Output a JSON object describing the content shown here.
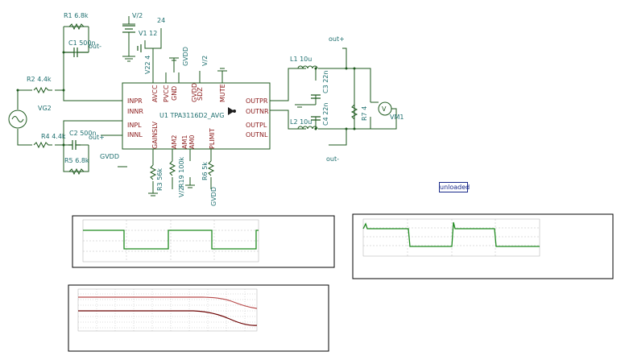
{
  "schematic": {
    "labels": {
      "r1": "R1 6.8k",
      "c1": "C1 500n",
      "out_minus_top": "out-",
      "r2": "R2 4.4k",
      "vg2": "VG2",
      "r4": "R4 4.4k",
      "c2": "C2 500n",
      "out_plus_mid": "out+",
      "r5": "R5 6.8k",
      "gvdd_left": "GVDD",
      "v2_top": "V/2",
      "v1": "V1 12",
      "v24": "24",
      "v22_4": "V22 4",
      "gvdd_top": "GVDD",
      "v2_top2": "V/2",
      "ic_label": "U1 TPA3116D2_AVG",
      "pin_avcc": "AVCC",
      "pin_pvcc": "PVCC",
      "pin_gnd": "GND",
      "pin_gvdd": "GVDD",
      "pin_sdz": "SDZ",
      "pin_mute": "MUTE",
      "pin_inpr": "INPR",
      "pin_innr": "INNR",
      "pin_inpl": "INPL",
      "pin_innl": "INNL",
      "pin_outpr": "OUTPR",
      "pin_outnr": "OUTNR",
      "pin_outpl": "OUTPL",
      "pin_outnl": "OUTNL",
      "pin_gainslv": "GAINSLV",
      "pin_am2": "AM2",
      "pin_am1": "AM1",
      "pin_am0": "AM0",
      "pin_plimit": "PLIMIT",
      "r3": "R3 56k",
      "r19": "R19 100k",
      "r6": "R6 5k",
      "v2_bottom": "V/2",
      "gvdd_bottom": "GVDD",
      "out_plus_right": "out+",
      "l1": "L1 10u",
      "c3": "C3 22n",
      "l2": "L2 10u",
      "c4": "C4 22n",
      "r7": "R7 4",
      "vm1": "VM1",
      "out_minus_right": "out-"
    },
    "status_badge": "unloaded"
  },
  "plots": {
    "top_left": {
      "trace_color": "#1f8a1f"
    },
    "top_right": {
      "trace_color": "#1f8a1f"
    },
    "bottom_left": {
      "trace_colors": [
        "#b84a4a",
        "#6b0000"
      ]
    }
  }
}
